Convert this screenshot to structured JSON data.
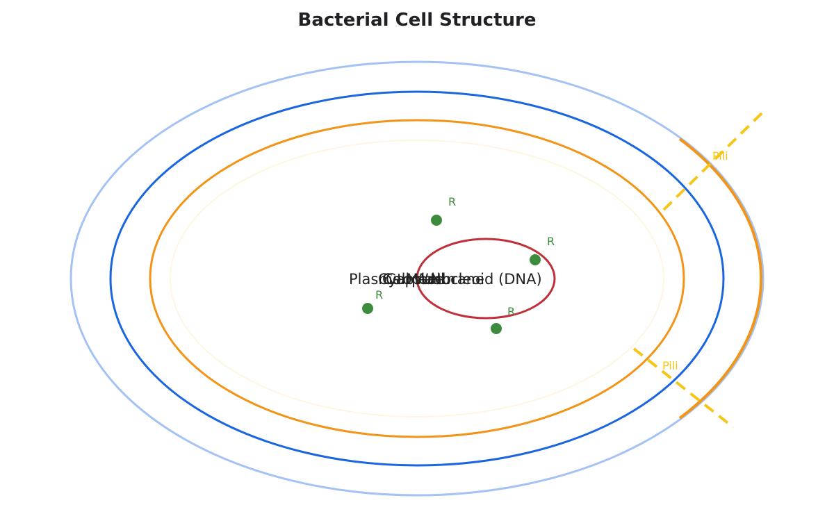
{
  "title": "Bacterial Cell Structure",
  "structures": {
    "capsule": "Capsule",
    "cell_wall": "Cell Wall",
    "plasma_membrane": "Plasma Membrane",
    "cytoplasm": "Cytoplasm",
    "nucleoid": "Nucleoid (DNA)"
  },
  "ribosome_label": "R",
  "pili_label": "Pili",
  "colors": {
    "capsule": "#a4c2f4",
    "cell_wall": "#1a66e0",
    "plasma_membrane": "#f29418",
    "cytoplasm": "#fff6e0",
    "nucleoid": "#c0303a",
    "ribosome": "#3d8b3d",
    "pili": "#f5c518",
    "flagellum": "#f29418",
    "title": "#202124"
  }
}
